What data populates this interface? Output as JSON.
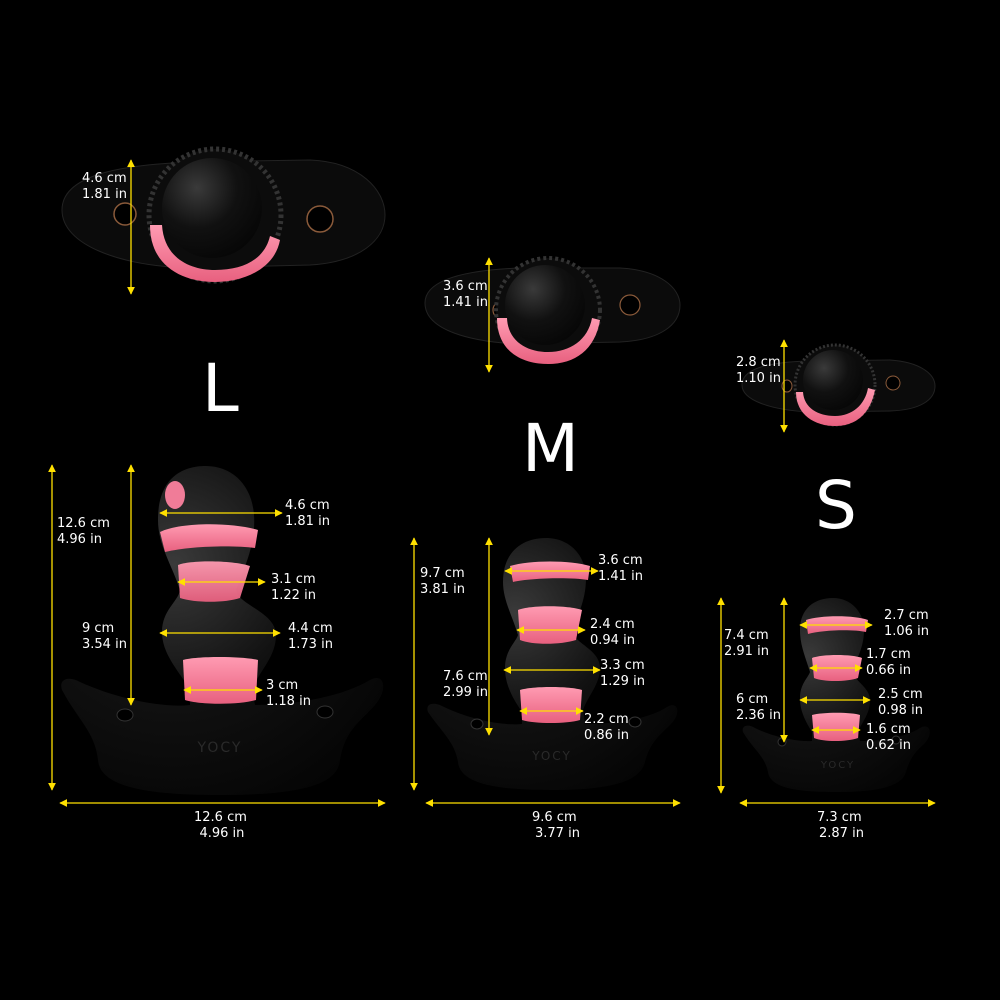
{
  "colors": {
    "background": "#000000",
    "product_black": "#0d0d0d",
    "product_pink": "#f07c98",
    "dimension_line": "#ffe000",
    "text": "#ffffff"
  },
  "sizes": [
    {
      "letter": "L",
      "brand": "YOCY",
      "base_width": {
        "cm": "4.6 cm",
        "in": "1.81 in"
      },
      "total_height": {
        "cm": "12.6 cm",
        "in": "4.96 in"
      },
      "insertable_length": {
        "cm": "9 cm",
        "in": "3.54 in"
      },
      "diameters": [
        {
          "cm": "4.6 cm",
          "in": "1.81 in"
        },
        {
          "cm": "3.1 cm",
          "in": "1.22 in"
        },
        {
          "cm": "4.4 cm",
          "in": "1.73 in"
        },
        {
          "cm": "3 cm",
          "in": "1.18 in"
        }
      ],
      "overall_width": {
        "cm": "12.6 cm",
        "in": "4.96 in"
      }
    },
    {
      "letter": "M",
      "brand": "YOCY",
      "base_width": {
        "cm": "3.6 cm",
        "in": "1.41 in"
      },
      "total_height": {
        "cm": "9.7 cm",
        "in": "3.81 in"
      },
      "insertable_length": {
        "cm": "7.6 cm",
        "in": "2.99 in"
      },
      "diameters": [
        {
          "cm": "3.6 cm",
          "in": "1.41 in"
        },
        {
          "cm": "2.4 cm",
          "in": "0.94 in"
        },
        {
          "cm": "3.3 cm",
          "in": "1.29 in"
        },
        {
          "cm": "2.2 cm",
          "in": "0.86 in"
        }
      ],
      "overall_width": {
        "cm": "9.6 cm",
        "in": "3.77 in"
      }
    },
    {
      "letter": "S",
      "brand": "YOCY",
      "base_width": {
        "cm": "2.8 cm",
        "in": "1.10 in"
      },
      "total_height": {
        "cm": "7.4 cm",
        "in": "2.91 in"
      },
      "insertable_length": {
        "cm": "6 cm",
        "in": "2.36 in"
      },
      "diameters": [
        {
          "cm": "2.7 cm",
          "in": "1.06 in"
        },
        {
          "cm": "1.7 cm",
          "in": "0.66 in"
        },
        {
          "cm": "2.5 cm",
          "in": "0.98 in"
        },
        {
          "cm": "1.6 cm",
          "in": "0.62 in"
        }
      ],
      "overall_width": {
        "cm": "7.3 cm",
        "in": "2.87 in"
      }
    }
  ]
}
